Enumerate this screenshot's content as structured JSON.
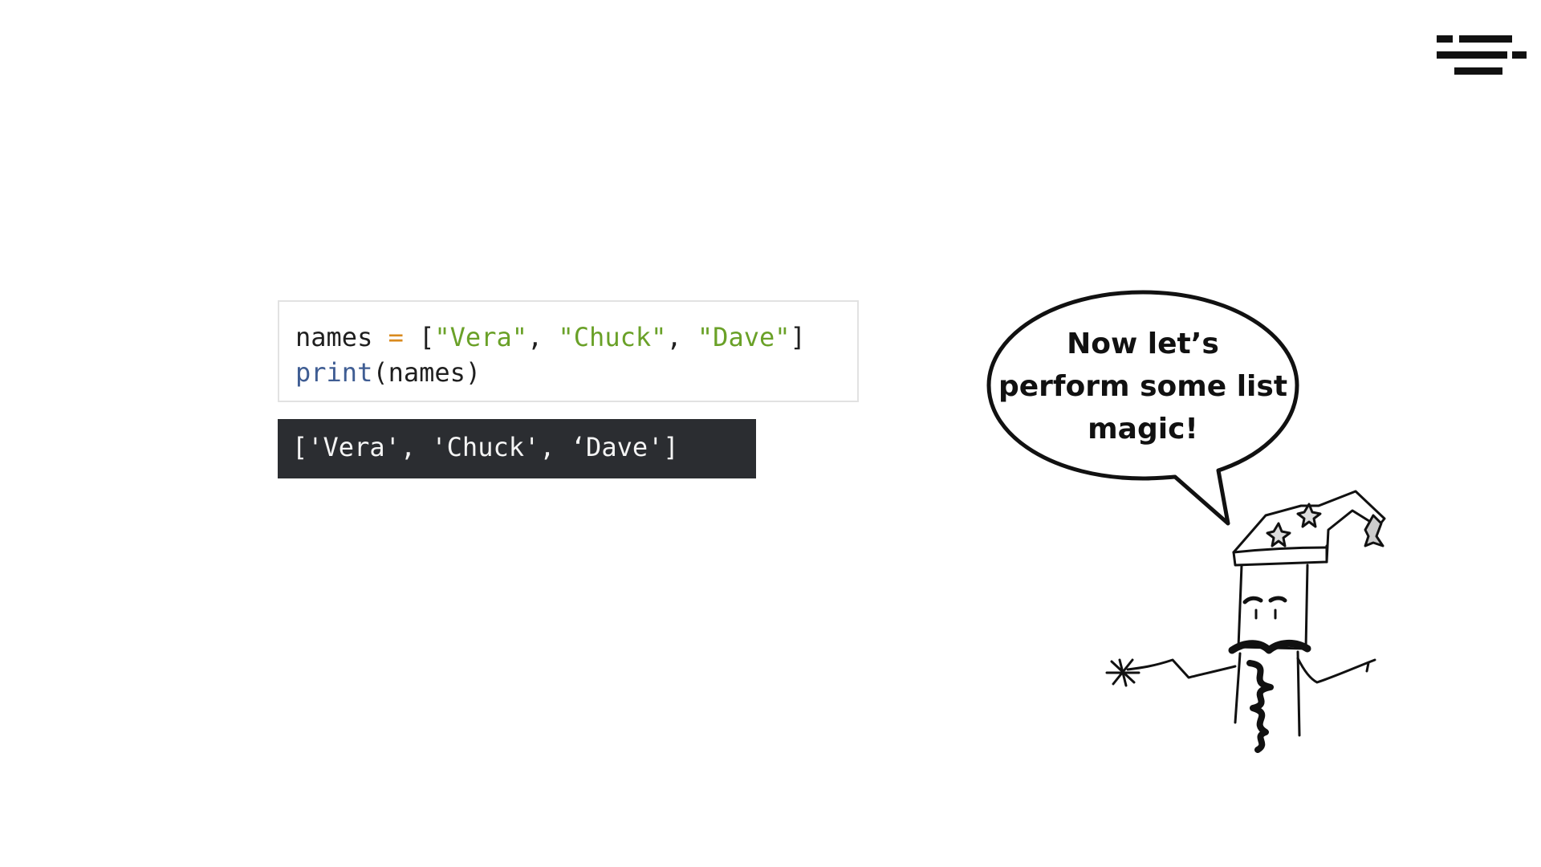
{
  "code": {
    "line1": {
      "var": "names",
      "op": "=",
      "open": " [",
      "s1": "\"Vera\"",
      "sep1": ", ",
      "s2": "\"Chuck\"",
      "sep2": ", ",
      "s3": "\"Dave\"",
      "close": "]"
    },
    "line2": {
      "fn": "print",
      "args": "(names)"
    }
  },
  "output": {
    "text": "['Vera', 'Chuck', ‘Dave']"
  },
  "speech_bubble": {
    "line1": "Now let’s",
    "line2": "perform some list",
    "line3": "magic!"
  },
  "icons": {
    "logo": "stacked-bars-logo",
    "illustration": "wizard-drawing"
  },
  "colors": {
    "code_operator": "#d98a1e",
    "code_string": "#6aa128",
    "code_function": "#3f5d93",
    "output_background": "#2b2d31"
  }
}
